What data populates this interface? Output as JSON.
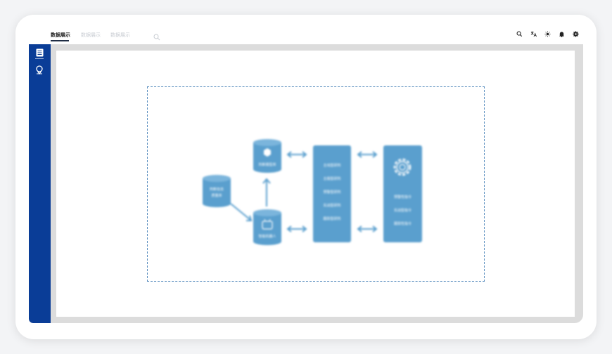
{
  "tabs": [
    {
      "label": "数据展示",
      "active": true
    },
    {
      "label": "数据展示",
      "active": false
    },
    {
      "label": "数据展示",
      "active": false
    }
  ],
  "toolbar_icons": [
    "search-icon",
    "translate-icon",
    "brightness-icon",
    "bell-icon",
    "settings-icon"
  ],
  "sidebar_icons": [
    "document-icon",
    "location-pin-icon"
  ],
  "diagram": {
    "db_left_label_line1": "判断信息",
    "db_left_label_line2": "质量库",
    "db_top_label": "判断模型库",
    "db_bottom_label": "智能机器人",
    "middle_items": [
      "主线型研判",
      "主题型研判",
      "预警型研判",
      "实战型研判",
      "跟踪型研判"
    ],
    "right_items": [
      "预警性指令",
      "实战型指令",
      "跟踪性指令"
    ]
  },
  "colors": {
    "sidebar": "#0a3d97",
    "node": "#5a9fce",
    "arrow": "#5a9fce",
    "dashed_border": "#5b8fbf"
  }
}
